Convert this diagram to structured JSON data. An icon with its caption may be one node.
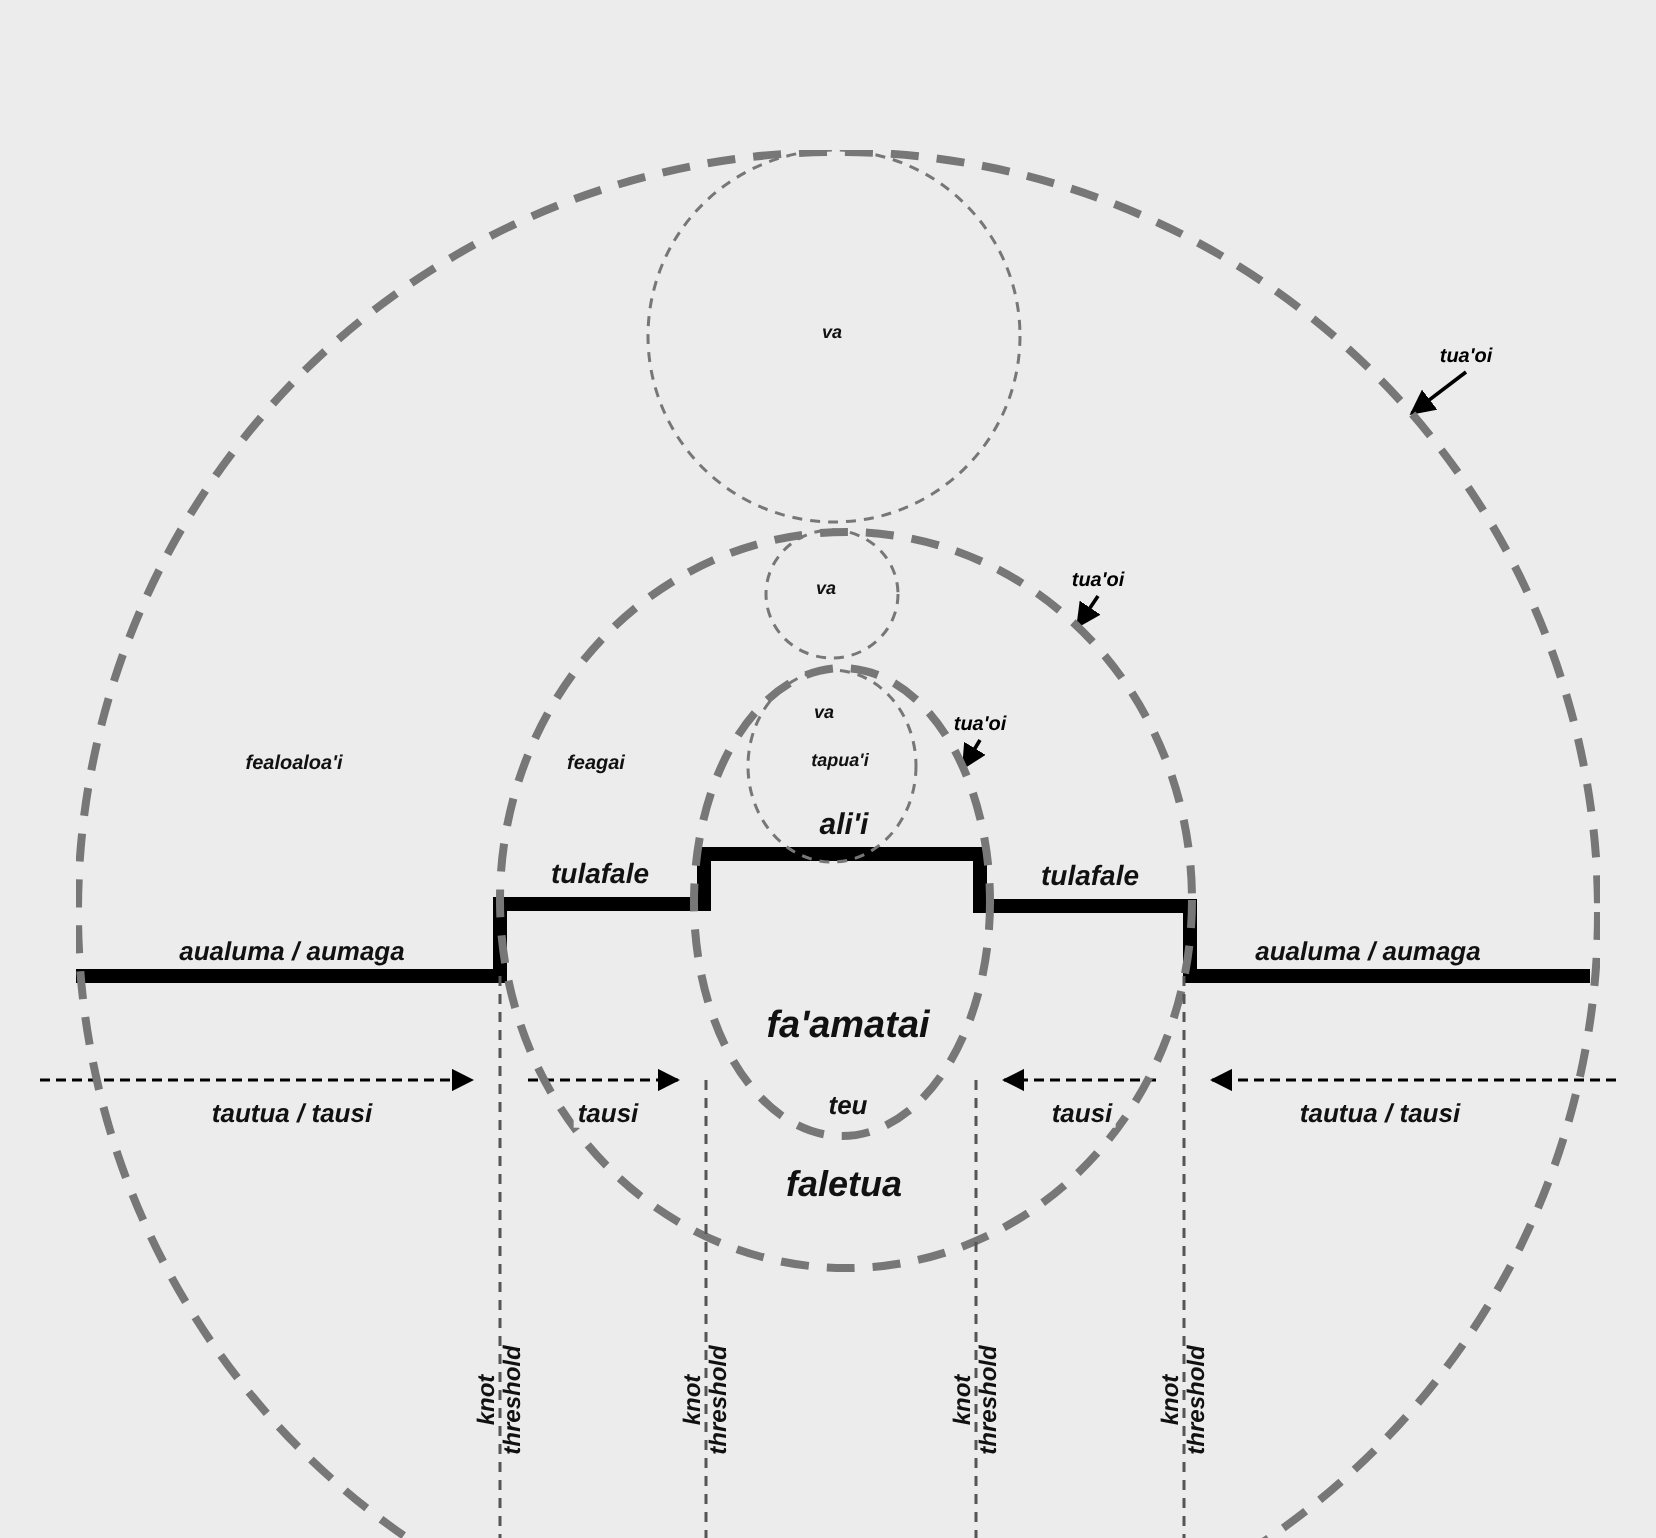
{
  "diagram": {
    "nodes": [
      {
        "text": [
          "fealoaloa'i"
        ]
      },
      {
        "text": [
          "va"
        ],
        "in": 0
      },
      {
        "text": [
          "feagai",
          "faletua"
        ],
        "in": 0
      },
      {
        "text": [
          "va"
        ],
        "in": 2
      },
      {
        "text": [
          "fa'amatai",
          "teu"
        ],
        "in": 2
      },
      {
        "text": [
          "va",
          "tapua'i"
        ],
        "in": 4
      },
      {
        "text": [
          "tua'oi"
        ]
      },
      {
        "text": [
          "tua'oi"
        ],
        "in": 0
      },
      {
        "text": [
          "tua'oi"
        ],
        "in": 2
      },
      {
        "text": [
          "knot threshold"
        ],
        "in": 0
      },
      {
        "text": [
          "knot threshold"
        ],
        "in": 0
      },
      {
        "text": [
          "knot threshold"
        ],
        "in": 0
      },
      {
        "text": [
          "knot threshold"
        ],
        "in": 0
      }
    ],
    "edges": [
      {
        "from": 6,
        "to": 0,
        "arrow": "to"
      },
      {
        "from": 7,
        "to": 2,
        "arrow": "to"
      },
      {
        "from": 8,
        "to": 4,
        "arrow": "to"
      },
      {
        "from": null,
        "to": 9,
        "arrow": "to",
        "label": "tautua / tausi",
        "style": "dashed"
      },
      {
        "from": 9,
        "to": 10,
        "arrow": "to",
        "label": "tausi",
        "style": "dashed"
      },
      {
        "from": null,
        "to": 12,
        "arrow": "to",
        "label": "tautua / tausi",
        "style": "dashed"
      },
      {
        "from": 12,
        "to": 11,
        "arrow": "to",
        "label": "tausi",
        "style": "dashed"
      }
    ],
    "labels": [
      "ali'i",
      "tulafale",
      "tulafale",
      "aualuma / aumaga",
      "aualuma / aumaga"
    ]
  }
}
